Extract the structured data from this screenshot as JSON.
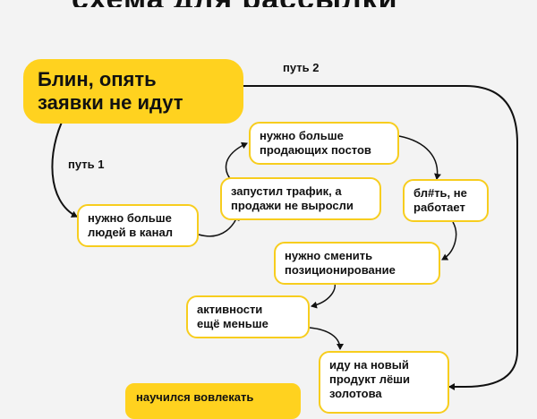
{
  "header": {
    "title_fragment": "схема для рассылки"
  },
  "nodes": {
    "start": "Блин, опять\nзаявки не идут",
    "more_people": "нужно больше\nлюдей в канал",
    "traffic": "запустил трафик, а\nпродажи не выросли",
    "more_posts": "нужно больше\nпродающих постов",
    "not_working": "бл#ть, не\nработает",
    "positioning": "нужно сменить\nпозиционирование",
    "less_activity": "активности\nещё меньше",
    "new_product": "иду на новый\nпродукт лёши\nзолотова",
    "engage": "научился вовлекать"
  },
  "labels": {
    "path1": "путь 1",
    "path2": "путь 2"
  },
  "colors": {
    "accent": "#ffd21f",
    "border": "#f7cd1e",
    "arrow": "#111111",
    "background": "#f3f3f3"
  }
}
